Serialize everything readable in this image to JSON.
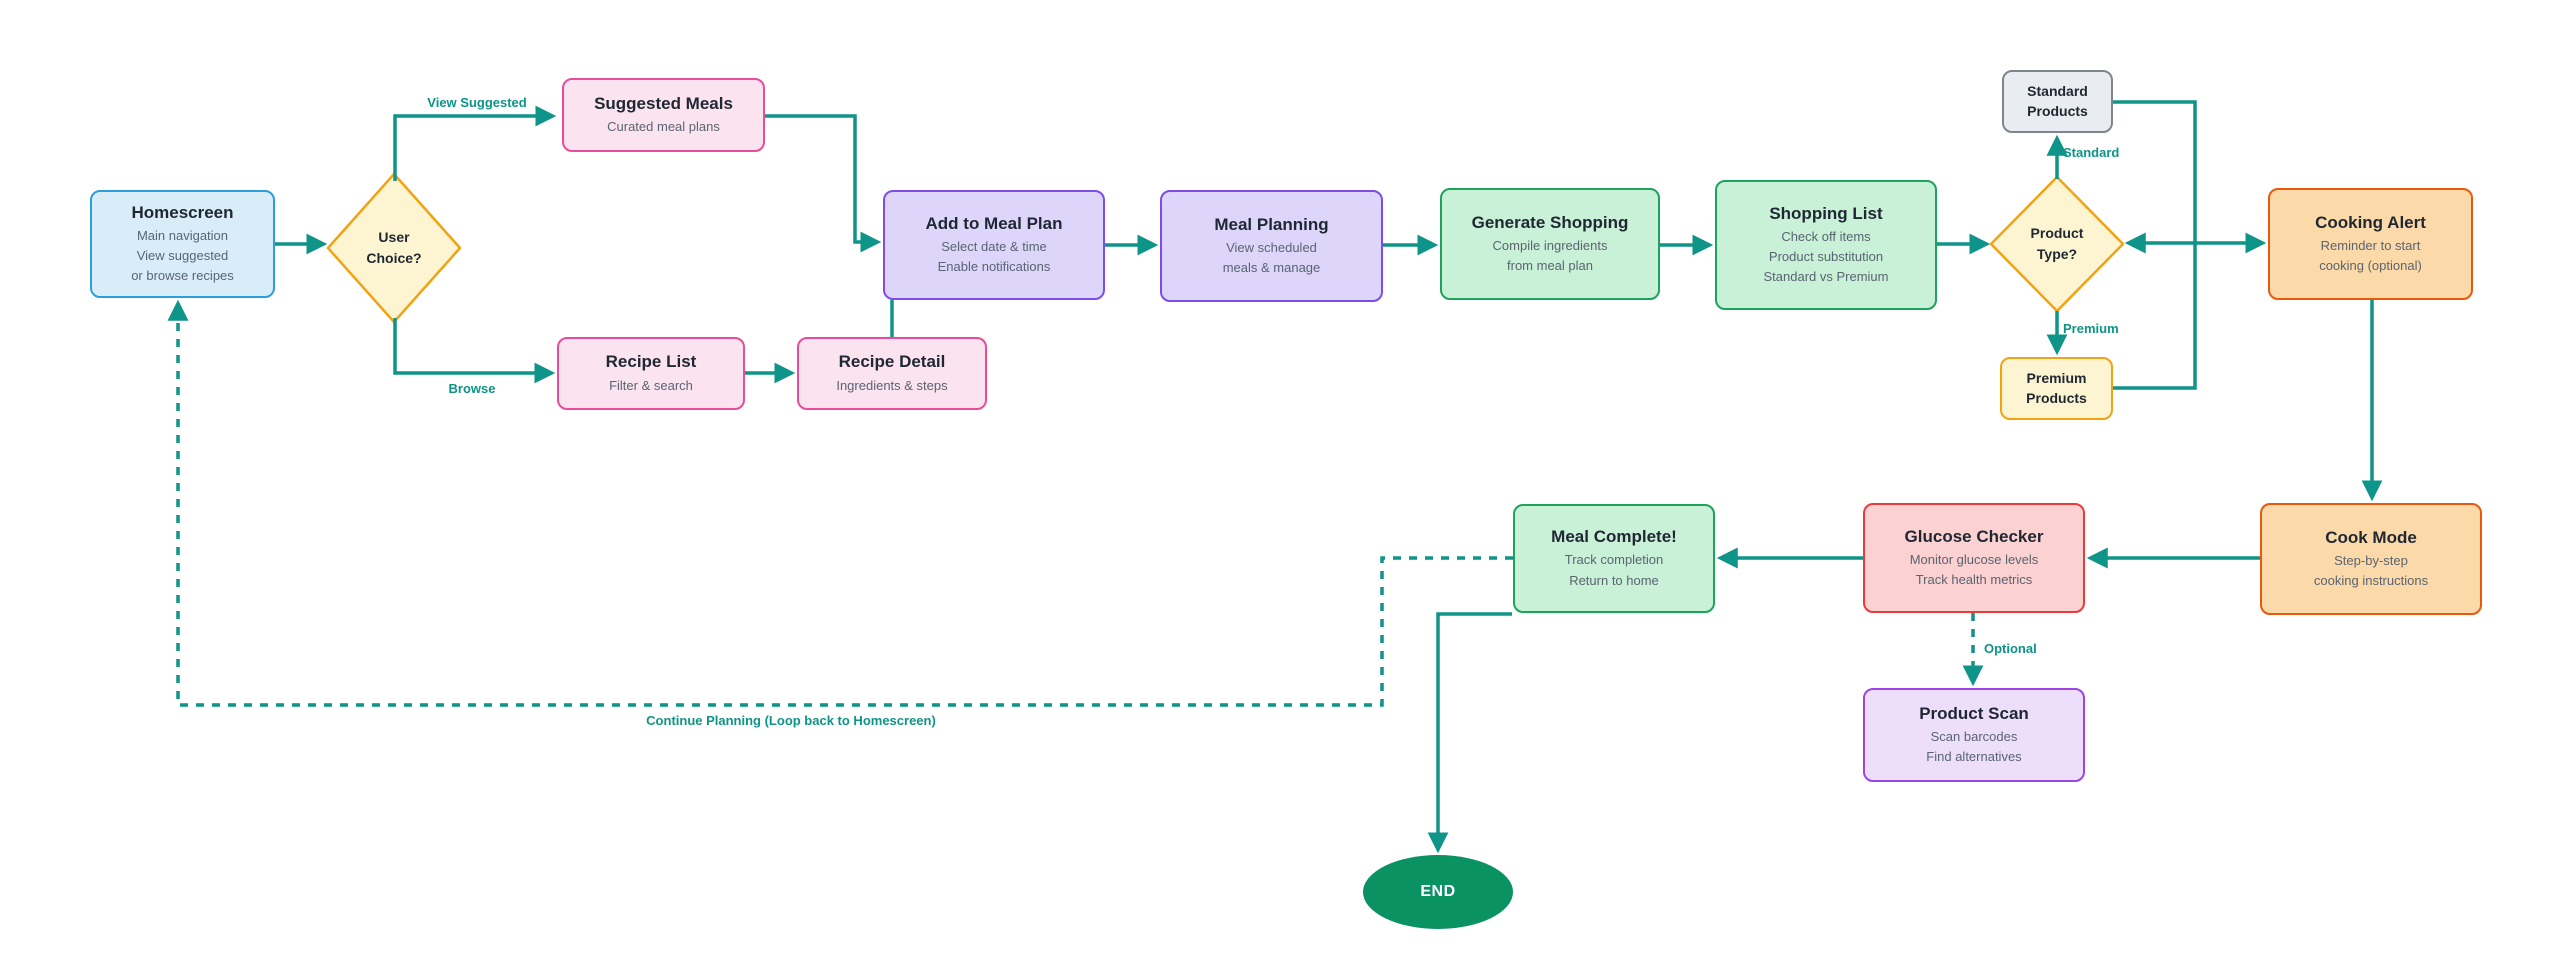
{
  "nodes": {
    "homescreen": {
      "title": "Homescreen",
      "lines": [
        "Main navigation",
        "View suggested",
        "or browse recipes"
      ]
    },
    "user_choice": {
      "lines": [
        "User",
        "Choice?"
      ]
    },
    "suggested_meals": {
      "title": "Suggested Meals",
      "lines": [
        "Curated meal plans"
      ]
    },
    "recipe_list": {
      "title": "Recipe List",
      "lines": [
        "Filter & search"
      ]
    },
    "recipe_detail": {
      "title": "Recipe Detail",
      "lines": [
        "Ingredients & steps"
      ]
    },
    "add_meal_plan": {
      "title": "Add to Meal Plan",
      "lines": [
        "Select date & time",
        "Enable notifications"
      ]
    },
    "meal_planning": {
      "title": "Meal Planning",
      "lines": [
        "View scheduled",
        "meals & manage"
      ]
    },
    "generate_shopping": {
      "title": "Generate Shopping",
      "lines": [
        "Compile ingredients",
        "from meal plan"
      ]
    },
    "shopping_list": {
      "title": "Shopping List",
      "lines": [
        "Check off items",
        "Product substitution",
        "Standard vs Premium"
      ]
    },
    "product_type": {
      "lines": [
        "Product",
        "Type?"
      ]
    },
    "standard_products": {
      "lines": [
        "Standard",
        "Products"
      ]
    },
    "premium_products": {
      "lines": [
        "Premium",
        "Products"
      ]
    },
    "cooking_alert": {
      "title": "Cooking Alert",
      "lines": [
        "Reminder to start",
        "cooking (optional)"
      ]
    },
    "cook_mode": {
      "title": "Cook Mode",
      "lines": [
        "Step-by-step",
        "cooking instructions"
      ]
    },
    "glucose_checker": {
      "title": "Glucose Checker",
      "lines": [
        "Monitor glucose levels",
        "Track health metrics"
      ]
    },
    "meal_complete": {
      "title": "Meal Complete!",
      "lines": [
        "Track completion",
        "Return to home"
      ]
    },
    "product_scan": {
      "title": "Product Scan",
      "lines": [
        "Scan barcodes",
        "Find alternatives"
      ]
    },
    "end": {
      "title": "END"
    }
  },
  "edge_labels": {
    "view_suggested": "View Suggested",
    "browse": "Browse",
    "standard": "Standard",
    "premium": "Premium",
    "optional": "Optional",
    "continue_planning": "Continue Planning (Loop back to Homescreen)"
  },
  "colors": {
    "edge_teal": "#0e9488",
    "node_blue_border": "#2b9fd9",
    "node_pink_border": "#ea4c9b",
    "node_purple_border": "#7c4dea",
    "node_violet_border": "#9b45e4",
    "node_green_border": "#1ca45c",
    "node_gray_border": "#7d868f",
    "node_yellow_border": "#f2a213",
    "node_orange_border": "#e8590c",
    "node_red_border": "#ea3b3b",
    "end_fill": "#0b9263"
  }
}
